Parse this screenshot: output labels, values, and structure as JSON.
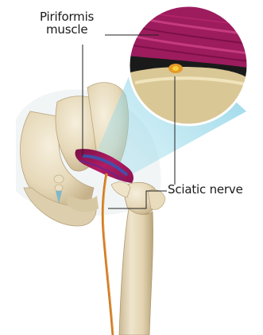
{
  "labels": {
    "muscle_line1": "Piriformis",
    "muscle_line2": "muscle",
    "nerve": "Sciatic nerve"
  },
  "colors": {
    "bone": "#e8dcc0",
    "bone_shadow": "#c8b48e",
    "muscle": "#a8185a",
    "muscle_blue": "#3a55b0",
    "nerve": "#d98a2a",
    "nerve_core": "#f3c21a",
    "zoom_beam": "#8fd3e8",
    "leader_line": "#222222"
  }
}
